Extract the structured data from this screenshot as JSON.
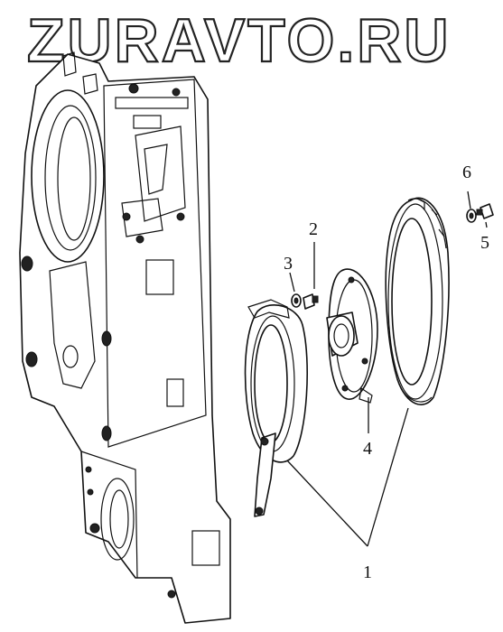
{
  "watermark": "ZURAVTO.RU",
  "callouts": [
    {
      "id": "1",
      "text": "1"
    },
    {
      "id": "2",
      "text": "2"
    },
    {
      "id": "3",
      "text": "3"
    },
    {
      "id": "4",
      "text": "4"
    },
    {
      "id": "5",
      "text": "5"
    },
    {
      "id": "6",
      "text": "6"
    }
  ]
}
